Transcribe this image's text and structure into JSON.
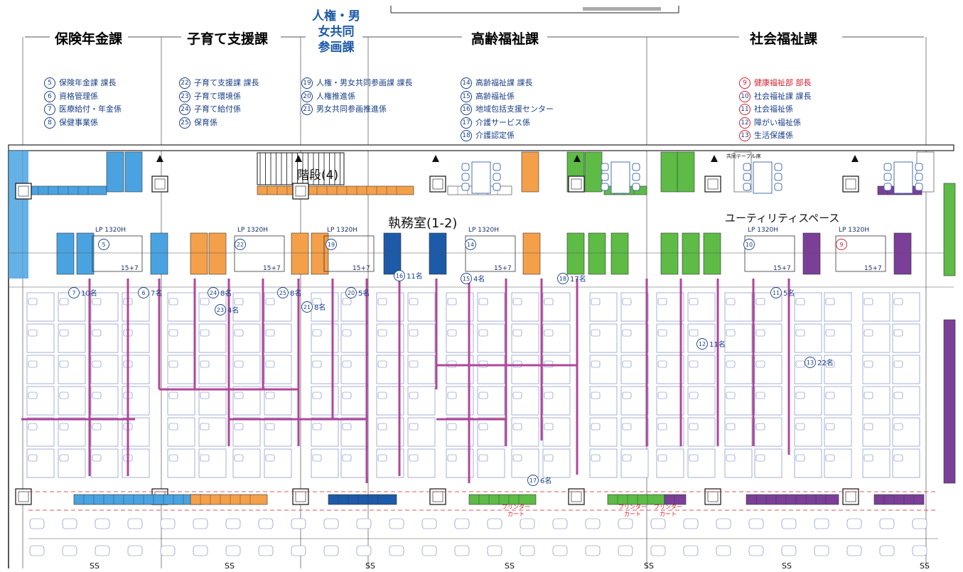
{
  "colors": {
    "hoken": "#4aa3e0",
    "kosodate": "#f4a04a",
    "jinken": "#1d5aa8",
    "koureisha": "#5dbb46",
    "shakai": "#7b3f98",
    "red": "#d2202e",
    "partition": "#b0479a",
    "desk": "#6a7fb8",
    "dark_blue": "#1e4fa8"
  },
  "departments": [
    {
      "name": "保険年金課",
      "color_key": "hoken"
    },
    {
      "name": "子育て支援課",
      "color_key": "kosodate"
    },
    {
      "name": "人権・男\n女共同\n参画課",
      "color_key": "jinken"
    },
    {
      "name": "高齢福祉課",
      "color_key": "koureisha"
    },
    {
      "name": "社会福祉課",
      "color_key": "shakai"
    }
  ],
  "legends": [
    {
      "items": [
        {
          "n": "5",
          "t": "保険年金課 課長"
        },
        {
          "n": "6",
          "t": "資格管理係"
        },
        {
          "n": "7",
          "t": "医療給付・年金係"
        },
        {
          "n": "8",
          "t": "保健事業係"
        }
      ]
    },
    {
      "items": [
        {
          "n": "22",
          "t": "子育て支援課 課長"
        },
        {
          "n": "23",
          "t": "子育て環境係"
        },
        {
          "n": "24",
          "t": "子育て給付係"
        },
        {
          "n": "25",
          "t": "保育係"
        }
      ]
    },
    {
      "items": [
        {
          "n": "19",
          "t": "人権・男女共同参画課 課長"
        },
        {
          "n": "20",
          "t": "人権推進係"
        },
        {
          "n": "21",
          "t": "男女共同参画推進係"
        }
      ]
    },
    {
      "items": [
        {
          "n": "14",
          "t": "高齢福祉課 課長"
        },
        {
          "n": "15",
          "t": "高齢福祉係"
        },
        {
          "n": "16",
          "t": "地域包括支援センター"
        },
        {
          "n": "17",
          "t": "介護サービス係"
        },
        {
          "n": "18",
          "t": "介護認定係"
        }
      ]
    },
    {
      "items": [
        {
          "n": "9",
          "t": "健康福祉部 部長"
        },
        {
          "n": "10",
          "t": "社会福祉課 課長"
        },
        {
          "n": "11",
          "t": "社会福祉係"
        },
        {
          "n": "12",
          "t": "障がい福祉係"
        },
        {
          "n": "13",
          "t": "生活保護係"
        }
      ]
    }
  ],
  "labels": {
    "stairs": "階段(4)",
    "office": "執務室(1-2)",
    "utility": "ユーティリティスペース",
    "lp": "LP 1320H",
    "table": "15+7",
    "ss": "SS",
    "printer": "プリンター\nカート",
    "meeting": "共同テーブル席"
  },
  "counts": [
    {
      "n": "7",
      "t": "10名"
    },
    {
      "n": "6",
      "t": "7名"
    },
    {
      "n": "24",
      "t": "8名"
    },
    {
      "n": "25",
      "t": "8名"
    },
    {
      "n": "23",
      "t": "4名"
    },
    {
      "n": "21",
      "t": "8名"
    },
    {
      "n": "20",
      "t": "5名"
    },
    {
      "n": "16",
      "t": "11名"
    },
    {
      "n": "15",
      "t": "4名"
    },
    {
      "n": "18",
      "t": "17名"
    },
    {
      "n": "11",
      "t": "5名"
    },
    {
      "n": "12",
      "t": "11名"
    },
    {
      "n": "13",
      "t": "22名"
    },
    {
      "n": "17",
      "t": "6名"
    }
  ]
}
